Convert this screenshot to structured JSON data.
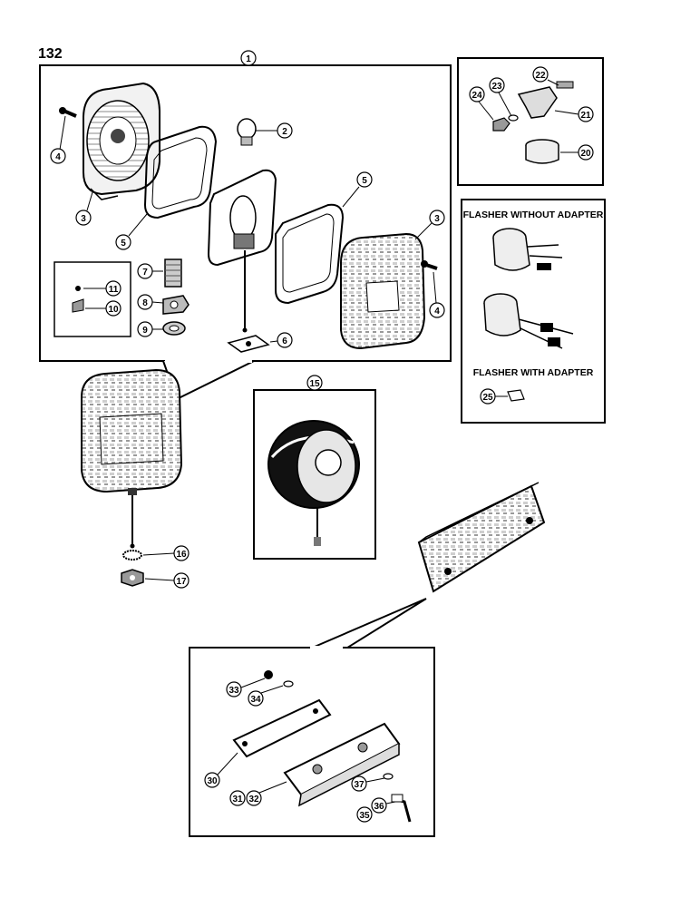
{
  "page_number": "132",
  "flasher": {
    "without_adapter": "FLASHER WITHOUT ADAPTER",
    "with_adapter": "FLASHER WITH ADAPTER"
  },
  "callouts": {
    "c1": "1",
    "c2": "2",
    "c3a": "3",
    "c3b": "3",
    "c4a": "4",
    "c4b": "4",
    "c5a": "5",
    "c5b": "5",
    "c6": "6",
    "c7": "7",
    "c8": "8",
    "c9": "9",
    "c10": "10",
    "c11": "11",
    "c15": "15",
    "c16": "16",
    "c17": "17",
    "c20": "20",
    "c21": "21",
    "c22": "22",
    "c23": "23",
    "c24": "24",
    "c25": "25",
    "c30": "30",
    "c31": "31",
    "c32": "32",
    "c33": "33",
    "c34": "34",
    "c35": "35",
    "c36": "36",
    "c37": "37"
  }
}
